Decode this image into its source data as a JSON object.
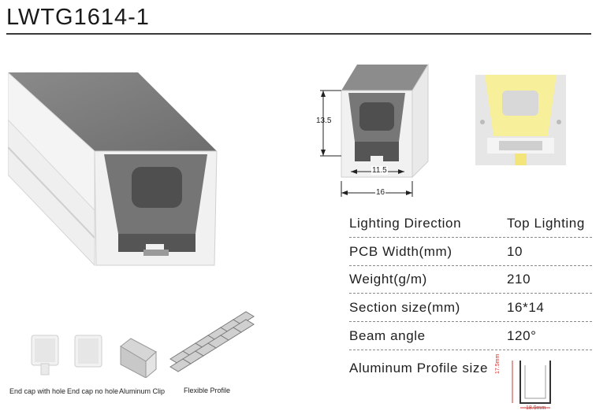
{
  "title": "LWTG1614-1",
  "dimensions": {
    "height": "13.5",
    "inner_width": "11.5",
    "outer_width": "16"
  },
  "specs": [
    {
      "label": "Lighting  Direction",
      "value": "Top Lighting"
    },
    {
      "label": "PCB  Width(mm)",
      "value": "10"
    },
    {
      "label": "Weight(g/m)",
      "value": "210"
    },
    {
      "label": "Section size(mm)",
      "value": "16*14"
    },
    {
      "label": "Beam angle",
      "value": "120°"
    },
    {
      "label": "Aluminum Profile size",
      "value": ""
    }
  ],
  "profile_dims": {
    "height": "17.5mm",
    "width": "18.9mm"
  },
  "accessories": [
    {
      "label": "End cap with hole"
    },
    {
      "label": "End cap no hole"
    },
    {
      "label": "Aluminum Clip"
    },
    {
      "label": "Flexible Profile"
    }
  ],
  "colors": {
    "silicone_white": "#f2f2f2",
    "silicone_gray": "#7a7a7a",
    "glow_yellow": "#f7ef9a"
  }
}
